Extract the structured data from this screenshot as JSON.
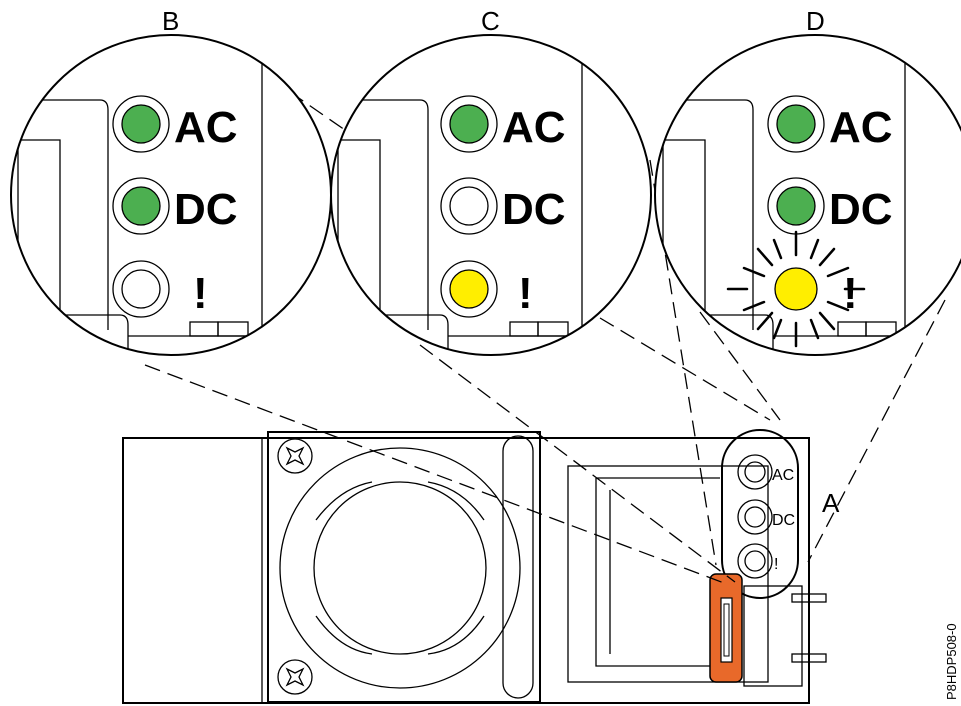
{
  "callouts": {
    "psu": "A",
    "view_b": "B",
    "view_c": "C",
    "view_d": "D"
  },
  "led_labels": {
    "ac": "AC",
    "dc": "DC",
    "fault": "!"
  },
  "views": [
    {
      "id": "B",
      "ac": "on",
      "dc": "on",
      "fault": "off"
    },
    {
      "id": "C",
      "ac": "on",
      "dc": "off",
      "fault": "on"
    },
    {
      "id": "D",
      "ac": "on",
      "dc": "on",
      "fault": "blinking"
    }
  ],
  "colors": {
    "led_green": "#4caf50",
    "led_yellow": "#ffee00",
    "handle_orange": "#e8692a",
    "line": "#000000"
  },
  "figure_id": "P8HDP508-0"
}
